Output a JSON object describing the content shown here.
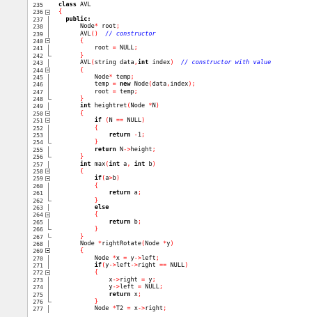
{
  "editor": {
    "lines": [
      {
        "n": "235",
        "fold": "none",
        "tokens": [
          {
            "t": "class",
            "c": "kw"
          },
          {
            "t": " AVL",
            "c": ""
          }
        ]
      },
      {
        "n": "236",
        "fold": "open",
        "tokens": [
          {
            "t": "{",
            "c": "op"
          }
        ]
      },
      {
        "n": "237",
        "fold": "line",
        "tokens": [
          {
            "t": "  ",
            "c": ""
          },
          {
            "t": "public:",
            "c": "kw"
          }
        ]
      },
      {
        "n": "238",
        "fold": "line",
        "tokens": [
          {
            "t": "      Node",
            "c": ""
          },
          {
            "t": "*",
            "c": "op"
          },
          {
            "t": " root",
            "c": ""
          },
          {
            "t": ";",
            "c": "op"
          }
        ]
      },
      {
        "n": "239",
        "fold": "line",
        "tokens": [
          {
            "t": "      AVL",
            "c": ""
          },
          {
            "t": "()",
            "c": "op"
          },
          {
            "t": "  ",
            "c": ""
          },
          {
            "t": "// constructor",
            "c": "cm"
          }
        ]
      },
      {
        "n": "240",
        "fold": "open",
        "tokens": [
          {
            "t": "      ",
            "c": ""
          },
          {
            "t": "{",
            "c": "op"
          }
        ]
      },
      {
        "n": "241",
        "fold": "line",
        "tokens": [
          {
            "t": "          root ",
            "c": ""
          },
          {
            "t": "=",
            "c": "op"
          },
          {
            "t": " NULL",
            "c": ""
          },
          {
            "t": ";",
            "c": "op"
          }
        ]
      },
      {
        "n": "242",
        "fold": "end",
        "tokens": [
          {
            "t": "      ",
            "c": ""
          },
          {
            "t": "}",
            "c": "op"
          }
        ]
      },
      {
        "n": "243",
        "fold": "line",
        "tokens": [
          {
            "t": "      AVL",
            "c": ""
          },
          {
            "t": "(",
            "c": "op"
          },
          {
            "t": "string data",
            "c": ""
          },
          {
            "t": ",",
            "c": "op"
          },
          {
            "t": "int",
            "c": "kw"
          },
          {
            "t": " index",
            "c": ""
          },
          {
            "t": ")",
            "c": "op"
          },
          {
            "t": "  ",
            "c": ""
          },
          {
            "t": "// constructor with value",
            "c": "cm"
          }
        ]
      },
      {
        "n": "244",
        "fold": "open",
        "tokens": [
          {
            "t": "      ",
            "c": ""
          },
          {
            "t": "{",
            "c": "op"
          }
        ]
      },
      {
        "n": "245",
        "fold": "line",
        "tokens": [
          {
            "t": "          Node",
            "c": ""
          },
          {
            "t": "*",
            "c": "op"
          },
          {
            "t": " temp",
            "c": ""
          },
          {
            "t": ";",
            "c": "op"
          }
        ]
      },
      {
        "n": "246",
        "fold": "line",
        "tokens": [
          {
            "t": "          temp ",
            "c": ""
          },
          {
            "t": "=",
            "c": "op"
          },
          {
            "t": " ",
            "c": ""
          },
          {
            "t": "new",
            "c": "kw"
          },
          {
            "t": " Node",
            "c": ""
          },
          {
            "t": "(",
            "c": "op"
          },
          {
            "t": "data",
            "c": ""
          },
          {
            "t": ",",
            "c": "op"
          },
          {
            "t": "index",
            "c": ""
          },
          {
            "t": ");",
            "c": "op"
          }
        ]
      },
      {
        "n": "247",
        "fold": "line",
        "tokens": [
          {
            "t": "          root ",
            "c": ""
          },
          {
            "t": "=",
            "c": "op"
          },
          {
            "t": " temp",
            "c": ""
          },
          {
            "t": ";",
            "c": "op"
          }
        ]
      },
      {
        "n": "248",
        "fold": "end",
        "tokens": [
          {
            "t": "      ",
            "c": ""
          },
          {
            "t": "}",
            "c": "op"
          }
        ]
      },
      {
        "n": "249",
        "fold": "line",
        "tokens": [
          {
            "t": "      ",
            "c": ""
          },
          {
            "t": "int",
            "c": "kw"
          },
          {
            "t": " heightret",
            "c": ""
          },
          {
            "t": "(",
            "c": "op"
          },
          {
            "t": "Node ",
            "c": ""
          },
          {
            "t": "*",
            "c": "op"
          },
          {
            "t": "N",
            "c": ""
          },
          {
            "t": ")",
            "c": "op"
          }
        ]
      },
      {
        "n": "250",
        "fold": "open",
        "tokens": [
          {
            "t": "      ",
            "c": ""
          },
          {
            "t": "{",
            "c": "op"
          }
        ]
      },
      {
        "n": "251",
        "fold": "open",
        "tokens": [
          {
            "t": "          ",
            "c": ""
          },
          {
            "t": "if",
            "c": "kw"
          },
          {
            "t": " ",
            "c": ""
          },
          {
            "t": "(",
            "c": "op"
          },
          {
            "t": "N ",
            "c": ""
          },
          {
            "t": "==",
            "c": "op"
          },
          {
            "t": " NULL",
            "c": ""
          },
          {
            "t": ")",
            "c": "op"
          }
        ]
      },
      {
        "n": "252",
        "fold": "line",
        "tokens": [
          {
            "t": "          ",
            "c": ""
          },
          {
            "t": "{",
            "c": "op"
          }
        ]
      },
      {
        "n": "253",
        "fold": "line",
        "tokens": [
          {
            "t": "              ",
            "c": ""
          },
          {
            "t": "return",
            "c": "kw"
          },
          {
            "t": " ",
            "c": ""
          },
          {
            "t": "-",
            "c": "op"
          },
          {
            "t": "1",
            "c": ""
          },
          {
            "t": ";",
            "c": "op"
          }
        ]
      },
      {
        "n": "254",
        "fold": "end",
        "tokens": [
          {
            "t": "          ",
            "c": ""
          },
          {
            "t": "}",
            "c": "op"
          }
        ]
      },
      {
        "n": "255",
        "fold": "line",
        "tokens": [
          {
            "t": "          ",
            "c": ""
          },
          {
            "t": "return",
            "c": "kw"
          },
          {
            "t": " N",
            "c": ""
          },
          {
            "t": "->",
            "c": "op"
          },
          {
            "t": "height",
            "c": ""
          },
          {
            "t": ";",
            "c": "op"
          }
        ]
      },
      {
        "n": "256",
        "fold": "end",
        "tokens": [
          {
            "t": "      ",
            "c": ""
          },
          {
            "t": "}",
            "c": "op"
          }
        ]
      },
      {
        "n": "257",
        "fold": "line",
        "tokens": [
          {
            "t": "      ",
            "c": ""
          },
          {
            "t": "int",
            "c": "kw"
          },
          {
            "t": " max",
            "c": ""
          },
          {
            "t": "(",
            "c": "op"
          },
          {
            "t": "int",
            "c": "kw"
          },
          {
            "t": " a",
            "c": ""
          },
          {
            "t": ",",
            "c": "op"
          },
          {
            "t": " ",
            "c": ""
          },
          {
            "t": "int",
            "c": "kw"
          },
          {
            "t": " b",
            "c": ""
          },
          {
            "t": ")",
            "c": "op"
          }
        ]
      },
      {
        "n": "258",
        "fold": "open",
        "tokens": [
          {
            "t": "      ",
            "c": ""
          },
          {
            "t": "{",
            "c": "op"
          }
        ]
      },
      {
        "n": "259",
        "fold": "open",
        "tokens": [
          {
            "t": "          ",
            "c": ""
          },
          {
            "t": "if",
            "c": "kw"
          },
          {
            "t": "(",
            "c": "op"
          },
          {
            "t": "a",
            "c": ""
          },
          {
            "t": ">",
            "c": "op"
          },
          {
            "t": "b",
            "c": ""
          },
          {
            "t": ")",
            "c": "op"
          }
        ]
      },
      {
        "n": "260",
        "fold": "line",
        "tokens": [
          {
            "t": "          ",
            "c": ""
          },
          {
            "t": "{",
            "c": "op"
          }
        ]
      },
      {
        "n": "261",
        "fold": "line",
        "tokens": [
          {
            "t": "              ",
            "c": ""
          },
          {
            "t": "return",
            "c": "kw"
          },
          {
            "t": " a",
            "c": ""
          },
          {
            "t": ";",
            "c": "op"
          }
        ]
      },
      {
        "n": "262",
        "fold": "end",
        "tokens": [
          {
            "t": "          ",
            "c": ""
          },
          {
            "t": "}",
            "c": "op"
          }
        ]
      },
      {
        "n": "263",
        "fold": "line",
        "tokens": [
          {
            "t": "          ",
            "c": ""
          },
          {
            "t": "else",
            "c": "kw"
          }
        ]
      },
      {
        "n": "264",
        "fold": "open",
        "tokens": [
          {
            "t": "          ",
            "c": ""
          },
          {
            "t": "{",
            "c": "op"
          }
        ]
      },
      {
        "n": "265",
        "fold": "line",
        "tokens": [
          {
            "t": "              ",
            "c": ""
          },
          {
            "t": "return",
            "c": "kw"
          },
          {
            "t": " b",
            "c": ""
          },
          {
            "t": ";",
            "c": "op"
          }
        ]
      },
      {
        "n": "266",
        "fold": "end",
        "tokens": [
          {
            "t": "          ",
            "c": ""
          },
          {
            "t": "}",
            "c": "op"
          }
        ]
      },
      {
        "n": "267",
        "fold": "end",
        "tokens": [
          {
            "t": "      ",
            "c": ""
          },
          {
            "t": "}",
            "c": "op"
          }
        ]
      },
      {
        "n": "268",
        "fold": "line",
        "tokens": [
          {
            "t": "      Node ",
            "c": ""
          },
          {
            "t": "*",
            "c": "op"
          },
          {
            "t": "rightRotate",
            "c": ""
          },
          {
            "t": "(",
            "c": "op"
          },
          {
            "t": "Node ",
            "c": ""
          },
          {
            "t": "*",
            "c": "op"
          },
          {
            "t": "y",
            "c": ""
          },
          {
            "t": ")",
            "c": "op"
          }
        ]
      },
      {
        "n": "269",
        "fold": "open",
        "tokens": [
          {
            "t": "      ",
            "c": ""
          },
          {
            "t": "{",
            "c": "op"
          }
        ]
      },
      {
        "n": "270",
        "fold": "line",
        "tokens": [
          {
            "t": "          Node ",
            "c": ""
          },
          {
            "t": "*",
            "c": "op"
          },
          {
            "t": "x ",
            "c": ""
          },
          {
            "t": "=",
            "c": "op"
          },
          {
            "t": " y",
            "c": ""
          },
          {
            "t": "->",
            "c": "op"
          },
          {
            "t": "left",
            "c": ""
          },
          {
            "t": ";",
            "c": "op"
          }
        ]
      },
      {
        "n": "271",
        "fold": "line",
        "tokens": [
          {
            "t": "          ",
            "c": ""
          },
          {
            "t": "if",
            "c": "kw"
          },
          {
            "t": "(",
            "c": "op"
          },
          {
            "t": "y",
            "c": ""
          },
          {
            "t": "->",
            "c": "op"
          },
          {
            "t": "left",
            "c": ""
          },
          {
            "t": "->",
            "c": "op"
          },
          {
            "t": "right ",
            "c": ""
          },
          {
            "t": "==",
            "c": "op"
          },
          {
            "t": " NULL",
            "c": ""
          },
          {
            "t": ")",
            "c": "op"
          }
        ]
      },
      {
        "n": "272",
        "fold": "open",
        "tokens": [
          {
            "t": "          ",
            "c": ""
          },
          {
            "t": "{",
            "c": "op"
          }
        ]
      },
      {
        "n": "273",
        "fold": "line",
        "tokens": [
          {
            "t": "              x",
            "c": ""
          },
          {
            "t": "->",
            "c": "op"
          },
          {
            "t": "right ",
            "c": ""
          },
          {
            "t": "=",
            "c": "op"
          },
          {
            "t": " y",
            "c": ""
          },
          {
            "t": ";",
            "c": "op"
          }
        ]
      },
      {
        "n": "274",
        "fold": "line",
        "tokens": [
          {
            "t": "              y",
            "c": ""
          },
          {
            "t": "->",
            "c": "op"
          },
          {
            "t": "left ",
            "c": ""
          },
          {
            "t": "=",
            "c": "op"
          },
          {
            "t": " NULL",
            "c": ""
          },
          {
            "t": ";",
            "c": "op"
          }
        ]
      },
      {
        "n": "275",
        "fold": "line",
        "tokens": [
          {
            "t": "              ",
            "c": ""
          },
          {
            "t": "return",
            "c": "kw"
          },
          {
            "t": " x",
            "c": ""
          },
          {
            "t": ";",
            "c": "op"
          }
        ]
      },
      {
        "n": "276",
        "fold": "end",
        "tokens": [
          {
            "t": "          ",
            "c": ""
          },
          {
            "t": "}",
            "c": "op"
          }
        ]
      },
      {
        "n": "277",
        "fold": "line",
        "tokens": [
          {
            "t": "          Node ",
            "c": ""
          },
          {
            "t": "*",
            "c": "op"
          },
          {
            "t": "T2 ",
            "c": ""
          },
          {
            "t": "=",
            "c": "op"
          },
          {
            "t": " x",
            "c": ""
          },
          {
            "t": "->",
            "c": "op"
          },
          {
            "t": "right",
            "c": ""
          },
          {
            "t": ";",
            "c": "op"
          }
        ]
      }
    ]
  },
  "colors": {
    "keyword": "#000000",
    "comment": "#0000ff",
    "operator": "#ff0000",
    "gutter_bg": "#f0f0f0"
  },
  "icons": {
    "fold_open": "minus-box-icon",
    "fold_line": "vertical-guide",
    "fold_end": "fold-end-corner"
  }
}
